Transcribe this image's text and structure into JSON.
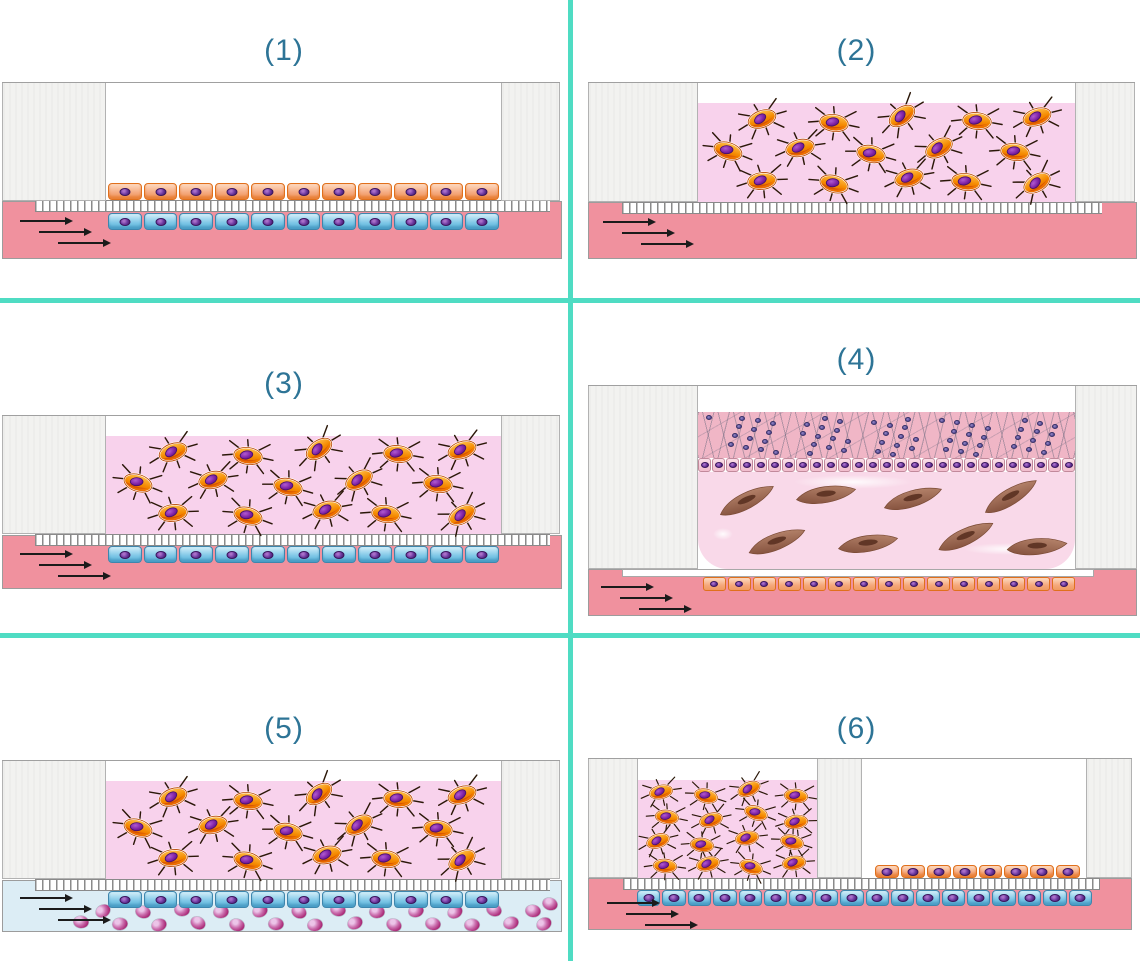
{
  "figure": {
    "kind": "organ-on-chip membrane configurations diagram",
    "grid": "2 columns x 3 rows",
    "divider_color": "#4fdcc3",
    "label_color": "#2d7496",
    "flow_direction": "left-to-right",
    "membrane_color": "#8a8a8a",
    "wall_color": "#f2f2f0"
  },
  "panels": [
    {
      "label": "(1)",
      "name": "epithelium-over-endothelium-membrane-chip",
      "apical_cells": {
        "kind": "orange",
        "count": 11,
        "cell_name": "epithelial-cell"
      },
      "basal_cells": {
        "kind": "blue",
        "count": 11,
        "cell_name": "endothelial-cell"
      },
      "channel": {
        "arrows": 3,
        "fill": "#f0919e"
      }
    },
    {
      "label": "(2)",
      "name": "gel-with-stellate-cells-over-bare-membrane-chip",
      "gel": {
        "fill": "#f8d2ec"
      },
      "gel_cells": {
        "size": 54,
        "cell_name": "stellate-cell",
        "positions": [
          [
            17,
            16,
            -20
          ],
          [
            36,
            20,
            8
          ],
          [
            54,
            13,
            -35
          ],
          [
            74,
            18,
            6
          ],
          [
            90,
            14,
            -18
          ],
          [
            8,
            48,
            18
          ],
          [
            27,
            45,
            -12
          ],
          [
            46,
            52,
            12
          ],
          [
            64,
            45,
            -28
          ],
          [
            84,
            49,
            8
          ],
          [
            17,
            79,
            -6
          ],
          [
            36,
            82,
            16
          ],
          [
            56,
            76,
            -14
          ],
          [
            71,
            80,
            8
          ],
          [
            90,
            81,
            -30
          ]
        ]
      },
      "channel": {
        "arrows": 3,
        "fill": "#f0919e"
      }
    },
    {
      "label": "(3)",
      "name": "gel-with-stellate-cells-over-endothelium-chip",
      "gel": {
        "fill": "#f8d2ec"
      },
      "gel_cells": {
        "size": 54,
        "cell_name": "stellate-cell",
        "positions": [
          [
            17,
            16,
            -20
          ],
          [
            36,
            20,
            8
          ],
          [
            54,
            13,
            -35
          ],
          [
            74,
            18,
            6
          ],
          [
            90,
            14,
            -18
          ],
          [
            8,
            48,
            18
          ],
          [
            27,
            45,
            -12
          ],
          [
            46,
            52,
            12
          ],
          [
            64,
            45,
            -28
          ],
          [
            84,
            49,
            8
          ],
          [
            17,
            79,
            -6
          ],
          [
            36,
            82,
            16
          ],
          [
            56,
            76,
            -14
          ],
          [
            71,
            80,
            8
          ],
          [
            90,
            81,
            -30
          ]
        ]
      },
      "basal_cells": {
        "kind": "blue",
        "count": 11,
        "cell_name": "endothelial-cell"
      },
      "channel": {
        "arrows": 3,
        "fill": "#f0919e"
      }
    },
    {
      "label": "(4)",
      "name": "stratified-tissue-gel-fibroblasts-endothelium-chip",
      "stratified": {
        "nuclei": 64,
        "fill": "#f0b6c6",
        "tissue_name": "stratified-epithelium-layer"
      },
      "cuboid_cells": {
        "kind": "cuboid",
        "count": 27,
        "cell_name": "basal-epithelial-cell"
      },
      "gel": {
        "fill": "#f9d9e9"
      },
      "gel_cells": {
        "size": 62,
        "cell_name": "fibroblast-cell",
        "positions": [
          [
            13,
            30,
            -14
          ],
          [
            34,
            24,
            4
          ],
          [
            57,
            28,
            -4
          ],
          [
            83,
            26,
            -18
          ],
          [
            21,
            72,
            -8
          ],
          [
            45,
            74,
            4
          ],
          [
            71,
            67,
            -12
          ],
          [
            90,
            77,
            8
          ]
        ]
      },
      "channel_cells": {
        "kind": "orange-sm",
        "count": 15,
        "cell_name": "endothelial-cell"
      },
      "channel": {
        "arrows": 3,
        "fill": "#f0919e"
      }
    },
    {
      "label": "(5)",
      "name": "gel-endothelium-chip-with-blood-perfusion",
      "gel": {
        "fill": "#f8d2ec"
      },
      "gel_cells": {
        "size": 54,
        "cell_name": "stellate-cell",
        "positions": [
          [
            17,
            16,
            -20
          ],
          [
            36,
            20,
            8
          ],
          [
            54,
            13,
            -35
          ],
          [
            74,
            18,
            6
          ],
          [
            90,
            14,
            -18
          ],
          [
            8,
            48,
            18
          ],
          [
            27,
            45,
            -12
          ],
          [
            46,
            52,
            12
          ],
          [
            64,
            45,
            -28
          ],
          [
            84,
            49,
            8
          ],
          [
            17,
            79,
            -6
          ],
          [
            36,
            82,
            16
          ],
          [
            56,
            76,
            -14
          ],
          [
            71,
            80,
            8
          ],
          [
            90,
            81,
            -30
          ]
        ]
      },
      "basal_cells": {
        "kind": "blue",
        "count": 11,
        "cell_name": "endothelial-cell"
      },
      "channel": {
        "arrows": 3,
        "fill": "#dcedf5",
        "rbc_name": "red-blood-cell",
        "rbcs": [
          [
            18,
            60
          ],
          [
            25,
            62
          ],
          [
            32,
            58
          ],
          [
            39,
            62
          ],
          [
            46,
            59
          ],
          [
            53,
            62
          ],
          [
            60,
            58
          ],
          [
            67,
            61
          ],
          [
            74,
            59
          ],
          [
            81,
            62
          ],
          [
            88,
            58
          ],
          [
            95,
            60
          ],
          [
            21,
            85
          ],
          [
            28,
            88
          ],
          [
            35,
            84
          ],
          [
            42,
            87
          ],
          [
            49,
            85
          ],
          [
            56,
            88
          ],
          [
            63,
            84
          ],
          [
            70,
            87
          ],
          [
            77,
            85
          ],
          [
            84,
            88
          ],
          [
            91,
            84
          ],
          [
            97,
            86
          ],
          [
            98,
            45
          ],
          [
            14,
            82
          ]
        ]
      }
    },
    {
      "label": "(6)",
      "name": "dual-chamber-gel-and-epithelium-over-endothelium-chip",
      "gel": {
        "fill": "#f8d2ec"
      },
      "gel_cells": {
        "size": 44,
        "cell_name": "stellate-cell",
        "positions": [
          [
            13,
            12,
            -12
          ],
          [
            38,
            16,
            14
          ],
          [
            62,
            9,
            -24
          ],
          [
            88,
            16,
            6
          ],
          [
            16,
            38,
            8
          ],
          [
            41,
            41,
            -16
          ],
          [
            66,
            34,
            18
          ],
          [
            88,
            43,
            -6
          ],
          [
            11,
            62,
            -18
          ],
          [
            36,
            66,
            8
          ],
          [
            61,
            59,
            -10
          ],
          [
            86,
            63,
            14
          ],
          [
            15,
            88,
            4
          ],
          [
            39,
            86,
            -14
          ],
          [
            63,
            89,
            18
          ],
          [
            87,
            85,
            -8
          ]
        ]
      },
      "right_cells": {
        "kind": "orange",
        "count": 8,
        "cell_name": "epithelial-cell"
      },
      "basal_cells": {
        "kind": "blue",
        "count": 18,
        "cell_name": "endothelial-cell"
      },
      "channel": {
        "arrows": 3,
        "fill": "#f0919e"
      }
    }
  ]
}
